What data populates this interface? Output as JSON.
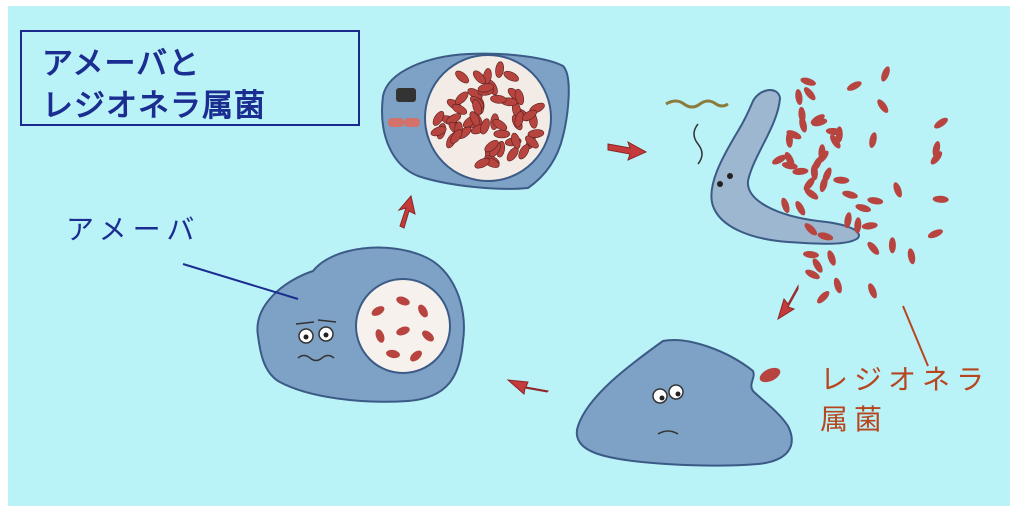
{
  "title": {
    "line1": "アメーバと",
    "line2": "レジオネラ属菌"
  },
  "labels": {
    "amoeba": "アメーバ",
    "legionella_line1": "レジオネラ",
    "legionella_line2": "属菌"
  },
  "colors": {
    "background": "#b9f2f7",
    "cell_fill": "#7ea2c6",
    "cell_outline": "#3c5a86",
    "bacteria": "#b7443f",
    "arrow": "#c53a3a",
    "title_text": "#1c2d91",
    "label_red": "#b7461f"
  },
  "stages": [
    {
      "id": "amoeba",
      "description_icon": "amoeba-with-vacuole-icon"
    },
    {
      "id": "infected",
      "description_icon": "amoeba-full-of-bacteria-icon"
    },
    {
      "id": "burst",
      "description_icon": "burst-amoeba-releasing-bacteria-icon"
    },
    {
      "id": "uptake",
      "description_icon": "amoeba-engulfing-bacterium-icon"
    }
  ]
}
